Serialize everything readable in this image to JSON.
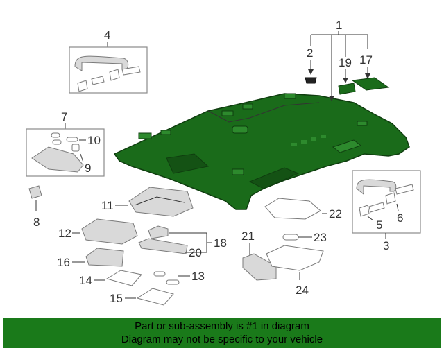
{
  "diagram": {
    "headliner_color": "#1a6b1a",
    "callouts": [
      {
        "id": "c1",
        "text": "1"
      },
      {
        "id": "c2",
        "text": "2"
      },
      {
        "id": "c19",
        "text": "19"
      },
      {
        "id": "c17",
        "text": "17"
      },
      {
        "id": "c4",
        "text": "4"
      },
      {
        "id": "c7",
        "text": "7"
      },
      {
        "id": "c10",
        "text": "10"
      },
      {
        "id": "c9",
        "text": "9"
      },
      {
        "id": "c8",
        "text": "8"
      },
      {
        "id": "c11",
        "text": "11"
      },
      {
        "id": "c12",
        "text": "12"
      },
      {
        "id": "c16",
        "text": "16"
      },
      {
        "id": "c14",
        "text": "14"
      },
      {
        "id": "c15",
        "text": "15"
      },
      {
        "id": "c13",
        "text": "13"
      },
      {
        "id": "c18",
        "text": "18"
      },
      {
        "id": "c20",
        "text": "20"
      },
      {
        "id": "c21",
        "text": "21"
      },
      {
        "id": "c22",
        "text": "22"
      },
      {
        "id": "c23",
        "text": "23"
      },
      {
        "id": "c24",
        "text": "24"
      },
      {
        "id": "c3",
        "text": "3"
      },
      {
        "id": "c5",
        "text": "5"
      },
      {
        "id": "c6",
        "text": "6"
      }
    ]
  },
  "footer": {
    "line1": "Part or sub-assembly is #1 in diagram",
    "line2": "Diagram may not be specific to your vehicle",
    "background": "#1a7a1a"
  }
}
